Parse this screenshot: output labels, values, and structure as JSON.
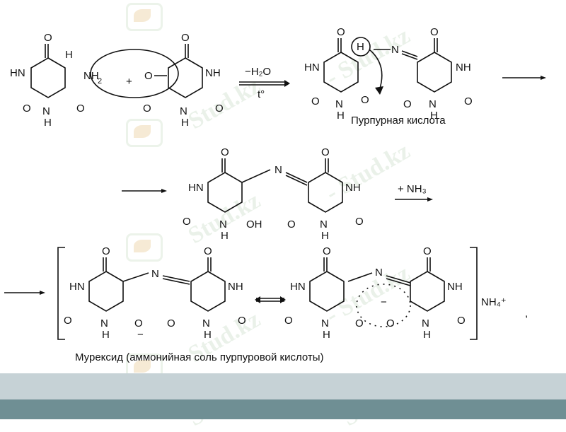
{
  "watermark": {
    "text_primary": "Stud.kz",
    "text_dashed": "- Stud.kz"
  },
  "reaction": {
    "step1_conditions_top": "−H₂O",
    "step1_conditions_bottom": "t°",
    "step2_reagent": "+ NH₃",
    "plus_sign": "+",
    "purpuric_acid_label": "Пурпурная кислота",
    "ammonium_label": "NH₄⁺",
    "murexide_caption": "Мурексид (аммонийная соль пурпуровой кислоты)"
  },
  "colors": {
    "ink": "#111111",
    "band_light": "#c6d2d6",
    "band_dark": "#6f8f94",
    "watermark": "#d9e7d8"
  }
}
